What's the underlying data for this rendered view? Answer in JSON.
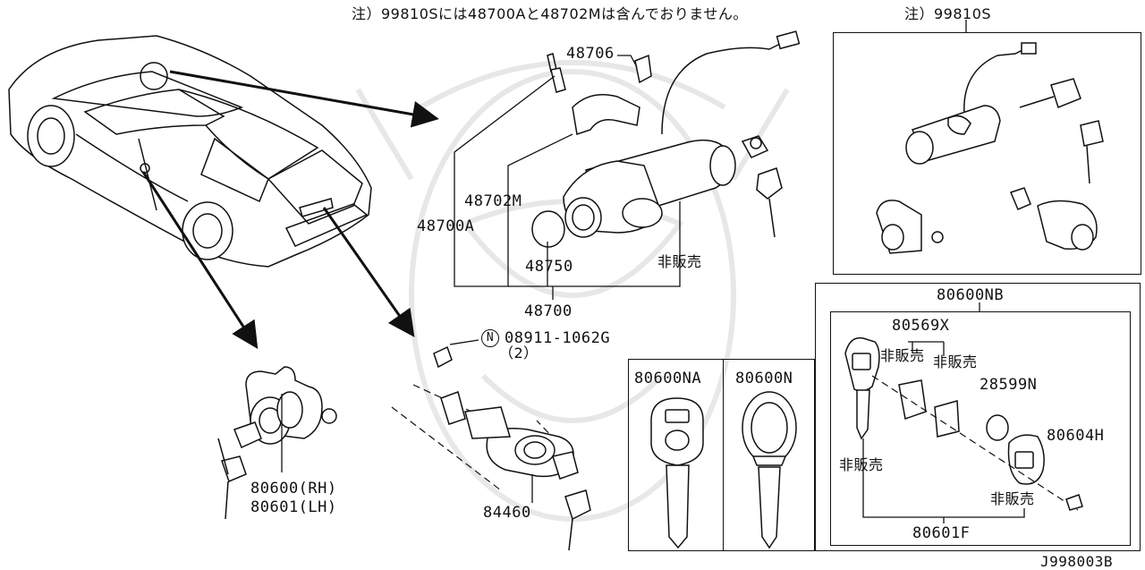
{
  "diagram": {
    "note_main": "注）99810Sには48700Aと48702Mは含んでおりません。",
    "note_kit": "注）99810S",
    "labels": {
      "p48706": "48706",
      "p48702M": "48702M",
      "p48700A": "48700A",
      "p48750": "48750",
      "p48700": "48700",
      "notsold_ign": "非販売",
      "bolt_code": "08911-1062G",
      "bolt_qty": "（2）",
      "bolt_circle": "N",
      "p84460": "84460",
      "p80600rh": "80600(RH)",
      "p80601lh": "80601(LH)",
      "p80600NA": "80600NA",
      "p80600N": "80600N",
      "p80600NB": "80600NB",
      "p80569X": "80569X",
      "notsold_a": "非販売",
      "notsold_b": "非販売",
      "p28599N": "28599N",
      "p80604H": "80604H",
      "notsold_c": "非販売",
      "notsold_d": "非販売",
      "p80601F": "80601F",
      "drawing_no": "J998003B"
    }
  }
}
